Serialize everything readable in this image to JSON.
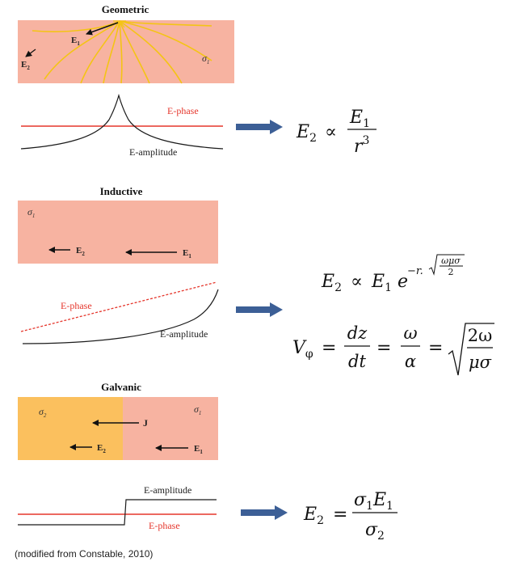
{
  "colors": {
    "earth": "#f7b3a1",
    "galvanic_left": "#fbc05e",
    "phase_line": "#e5362c",
    "amplitude_line": "#1b1b1b",
    "arrow": "#3c5f96",
    "field_lines": "#f4c415"
  },
  "geometric": {
    "title": "Geometric",
    "e1_label": "E",
    "e1_sub": "1",
    "e2_label": "E",
    "e2_sub": "2",
    "sigma": "σ",
    "sigma_sub": "1",
    "phase_label": "E-phase",
    "amplitude_label": "E-amplitude",
    "formula": {
      "lhs": "E",
      "lhs_sub": "2",
      "relation": "∝",
      "numerator": "E",
      "numerator_sub": "1",
      "denominator": "r",
      "denominator_sup": "3"
    }
  },
  "inductive": {
    "title": "Inductive",
    "sigma": "σ",
    "sigma_sub": "1",
    "e1_label": "E",
    "e1_sub": "1",
    "e2_label": "E",
    "e2_sub": "2",
    "phase_label": "E-phase",
    "amplitude_label": "E-amplitude",
    "formula_top": {
      "lhs": "E",
      "lhs_sub": "2",
      "relation": "∝",
      "base": "E",
      "base_sub": "1",
      "exp_base": "e",
      "exp_prefix": "−r.",
      "exp_numerator": "ωμσ",
      "exp_denominator": "2"
    },
    "formula_bottom": {
      "lhs": "V",
      "lhs_sub": "φ",
      "eq": "=",
      "frac1_num": "dz",
      "frac1_den": "dt",
      "frac2_num": "ω",
      "frac2_den": "α",
      "frac3_num": "2ω",
      "frac3_den": "μσ"
    }
  },
  "galvanic": {
    "title": "Galvanic",
    "sigma_left": "σ",
    "sigma_left_sub": "2",
    "sigma_right": "σ",
    "sigma_right_sub": "1",
    "j_label": "J",
    "e2_label": "E",
    "e2_sub": "2",
    "e1_label": "E",
    "e1_sub": "1",
    "amplitude_label": "E-amplitude",
    "phase_label": "E-phase",
    "formula": {
      "lhs": "E",
      "lhs_sub": "2",
      "eq": "=",
      "numerator_a": "σ",
      "numerator_a_sub": "1",
      "numerator_b": "E",
      "numerator_b_sub": "1",
      "denominator": "σ",
      "denominator_sub": "2"
    }
  },
  "footnote": "(modified from Constable, 2010)"
}
